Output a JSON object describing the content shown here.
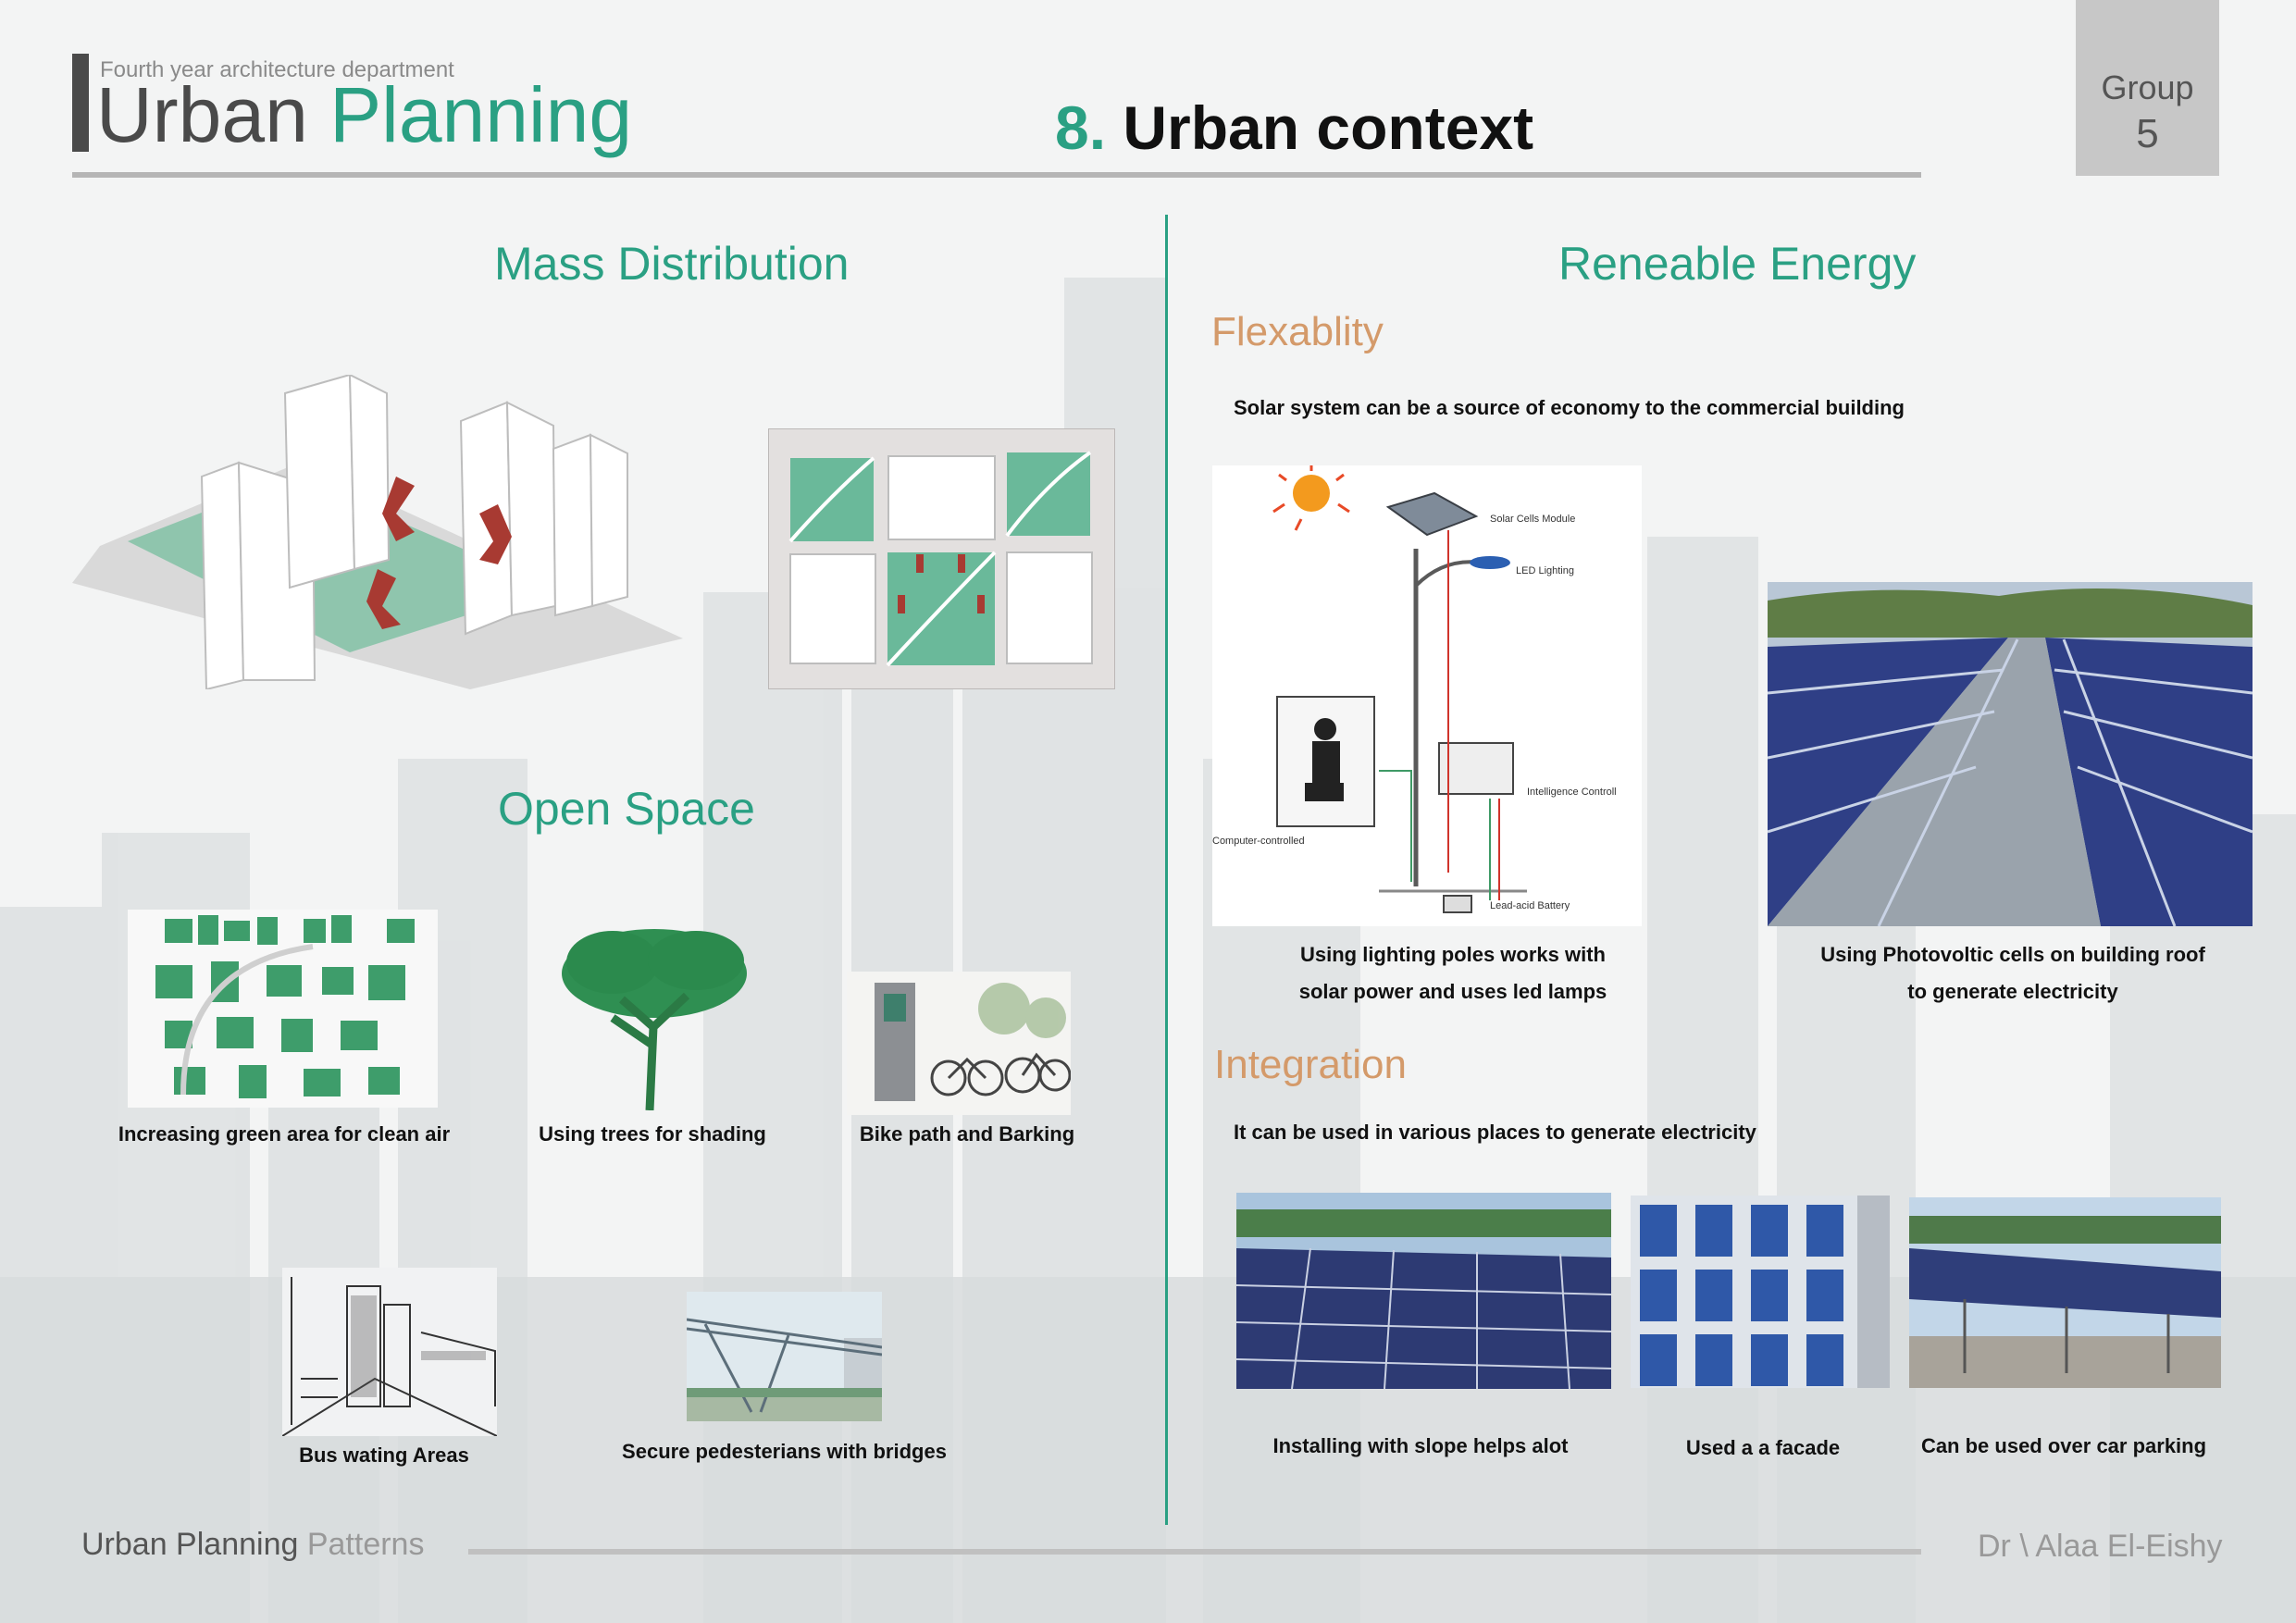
{
  "header": {
    "department": "Fourth year architecture department",
    "title_main": "Urban",
    "title_accent": "Planning",
    "section_number": "8.",
    "section_title": "Urban context",
    "group_label": "Group",
    "group_number": "5"
  },
  "left": {
    "mass_title": "Mass Distribution",
    "open_title": "Open Space",
    "captions": {
      "green": "Increasing green area for clean air",
      "trees": "Using trees for shading",
      "bike": "Bike path and Barking",
      "bus": "Bus wating Areas",
      "bridge": "Secure pedesterians with bridges"
    }
  },
  "right": {
    "energy_title": "Reneable Energy",
    "flex_title": "Flexablity",
    "flex_text": "Solar system can be a source of economy to the commercial building",
    "diagram_labels": [
      "Solar Cells Module",
      "LED Lighting",
      "Intelligence Controll",
      "Computer-controlled",
      "Lead-acid Battery"
    ],
    "poles_caption_1": "Using lighting poles works with",
    "poles_caption_2": "solar power and uses led lamps",
    "pv_caption_1": "Using Photovoltic cells on building roof",
    "pv_caption_2": "to generate electricity",
    "integration_title": "Integration",
    "integration_text": "It can be used in various places to generate electricity",
    "slope_caption": "Installing with slope helps alot",
    "facade_caption": "Used a a facade",
    "parking_caption": "Can be used over car parking"
  },
  "footer": {
    "left_main": "Urban Planning",
    "left_lite": "Patterns",
    "right": "Dr \\ Alaa El-Eishy"
  },
  "colors": {
    "accent": "#2aa083",
    "subheading": "#d49a6a",
    "dark": "#4a4a4a"
  }
}
